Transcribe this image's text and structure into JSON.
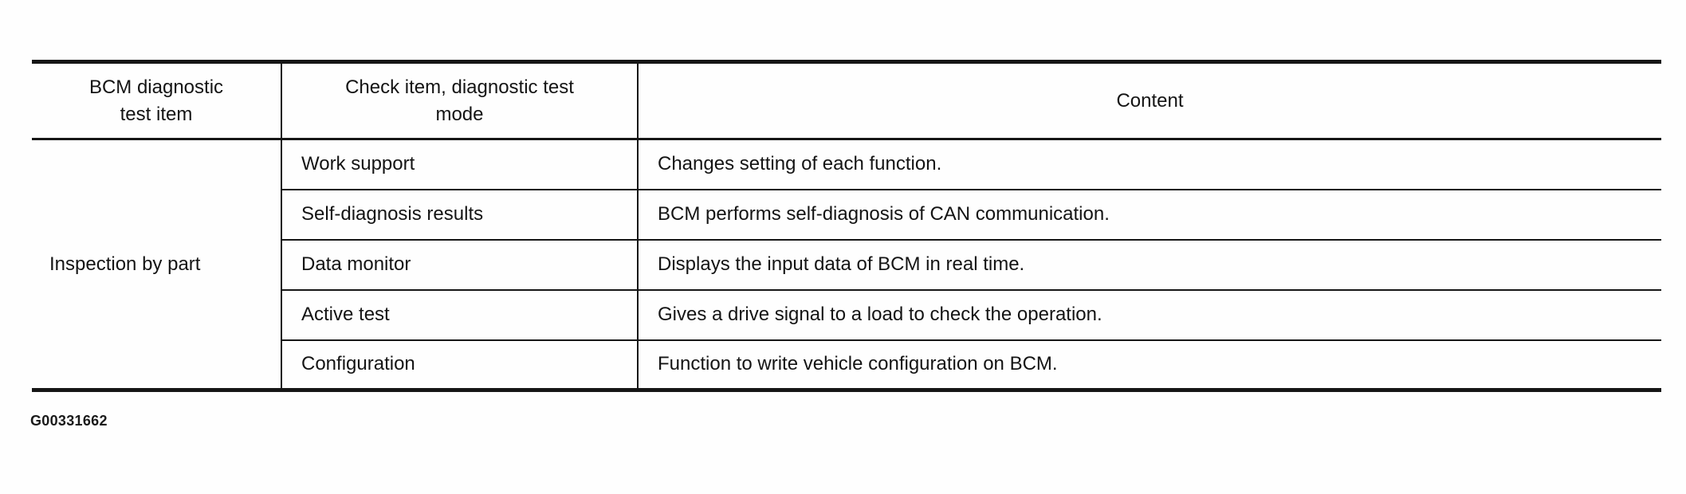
{
  "page": {
    "figure_id": "G00331662"
  },
  "table": {
    "headers": [
      "BCM diagnostic\ntest item",
      "Check item, diagnostic test\nmode",
      "Content"
    ],
    "group_label": "Inspection by part",
    "rows": [
      {
        "mode": "Work support",
        "content": "Changes setting of each function."
      },
      {
        "mode": "Self-diagnosis results",
        "content": "BCM performs self-diagnosis of CAN communication."
      },
      {
        "mode": "Data monitor",
        "content": "Displays the input data of BCM in real time."
      },
      {
        "mode": "Active test",
        "content": "Gives a drive signal to a load to check the operation."
      },
      {
        "mode": "Configuration",
        "content": "Function to write vehicle configuration on BCM."
      }
    ]
  }
}
